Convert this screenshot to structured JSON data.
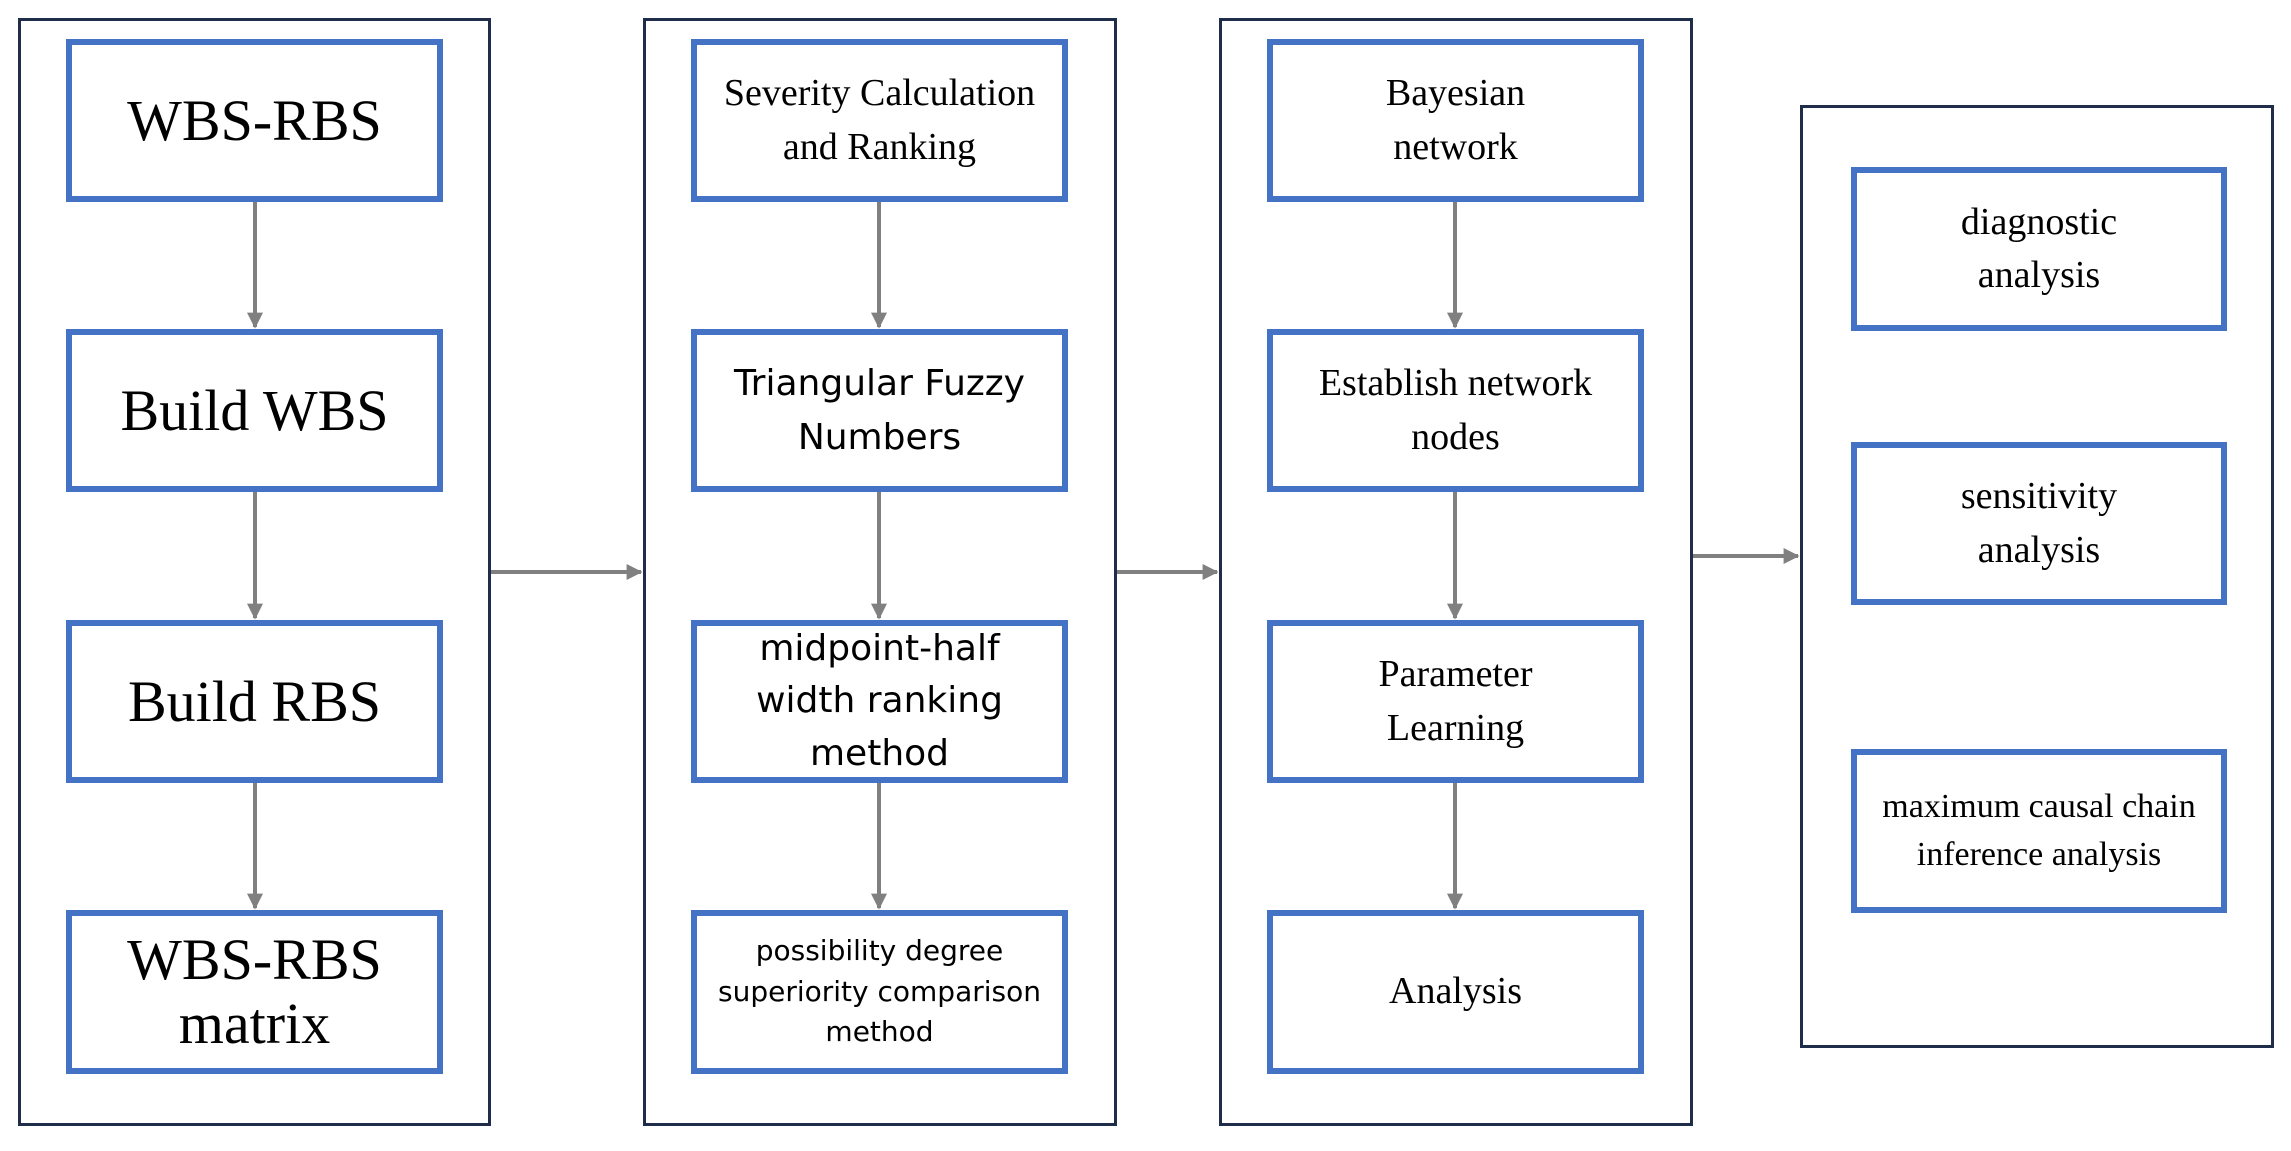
{
  "columns": [
    {
      "id": "col1",
      "boxes": [
        {
          "text": "WBS-RBS"
        },
        {
          "text": "Build WBS"
        },
        {
          "text": "Build RBS"
        },
        {
          "text": "WBS-RBS matrix"
        }
      ]
    },
    {
      "id": "col2",
      "boxes": [
        {
          "text": "Severity Calculation and Ranking"
        },
        {
          "text": "Triangular Fuzzy Numbers"
        },
        {
          "text": "midpoint-half width ranking method"
        },
        {
          "text": "possibility degree superiority comparison method"
        }
      ]
    },
    {
      "id": "col3",
      "boxes": [
        {
          "text": "Bayesian network"
        },
        {
          "text": "Establish network nodes"
        },
        {
          "text": "Parameter Learning"
        },
        {
          "text": "Analysis"
        }
      ]
    },
    {
      "id": "col4",
      "boxes": [
        {
          "text": "diagnostic analysis"
        },
        {
          "text": "sensitivity analysis"
        },
        {
          "text": "maximum causal chain inference analysis"
        }
      ]
    }
  ],
  "colors": {
    "panel_border": "#1f2d4a",
    "box_border": "#4472c4",
    "arrow": "#808080"
  }
}
